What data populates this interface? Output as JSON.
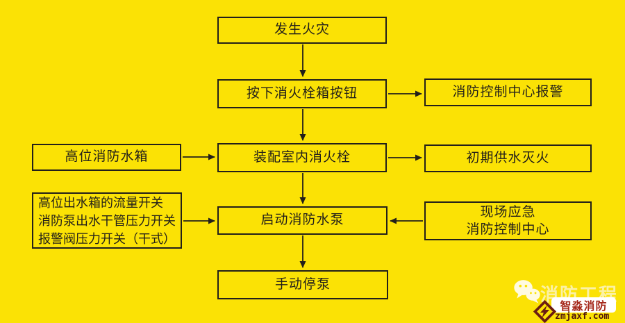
{
  "colors": {
    "bg": "#fbe205",
    "line": "#221f1a",
    "text": "#221f1a",
    "watermark_cream": "#fcf3b4",
    "badge_bg": "#ffffff",
    "badge_red": "#a5281b",
    "url_red": "#4f150b"
  },
  "flowchart": {
    "nodes": {
      "fire_occurs": "发生火灾",
      "press_hydrant_button": "按下消火栓箱按钮",
      "control_center_alarm": "消防控制中心报警",
      "high_level_water_tank": "高位消防水箱",
      "equip_indoor_hydrant": "装配室内消火栓",
      "initial_water_supply": "初期供水灭火",
      "switch_conditions": [
        "高位出水箱的流量开关",
        "消防泵出水干管压力开关",
        "报警阀压力开关（干式）"
      ],
      "start_fire_pump": "启动消防水泵",
      "onsite_emergency": [
        "现场应急",
        "消防控制中心"
      ],
      "manual_stop_pump": "手动停泵"
    }
  },
  "watermark": {
    "wechat_icon": "wechat-icon",
    "diamond_logo_icon": "zhimiao-diamond-logo-icon",
    "title": "消防工程",
    "badge": "智淼消防",
    "url": "zmjaxf.com"
  }
}
